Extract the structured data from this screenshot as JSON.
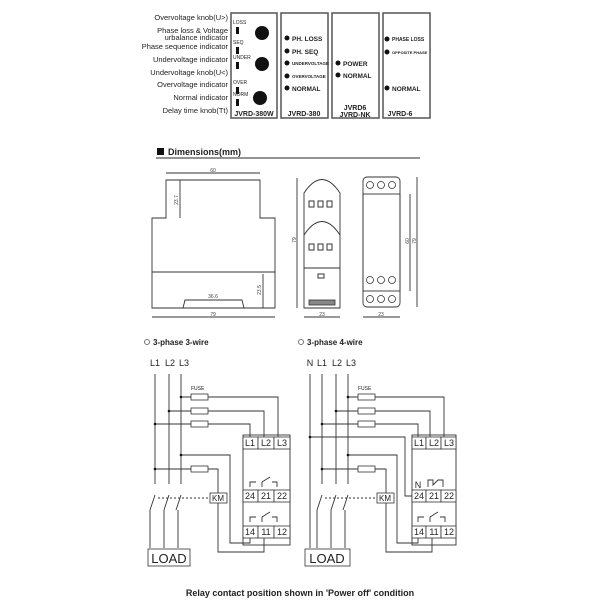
{
  "panel": {
    "labels": [
      "Overvoltage knob(U>)",
      "Phase loss & Voltage",
      "urbalance indicator",
      "Phase sequence indicator",
      "Undervoltage indicator",
      "Undervoltage knob(U<)",
      "Overvoltage indicator",
      "Normal indicator",
      "Delay time knob(Tt)"
    ],
    "small_labels": [
      "LOSS",
      "SEQ",
      "UNDER",
      "OVER",
      "NORM"
    ],
    "models": [
      {
        "name": "JVRD-380W"
      },
      {
        "name": "JVRD-380",
        "indicators": [
          "PH. LOSS",
          "PH. SEQ",
          "UNDERVOLTAGE",
          "OVERVOLTAGE",
          "NORMAL"
        ]
      },
      {
        "name": "JVRD6",
        "name2": "JVRD-NK",
        "indicators": [
          "POWER",
          "NORMAL"
        ]
      },
      {
        "name": "JVRD-6",
        "indicators": [
          "PHASE LOSS",
          "OPPOSITE PHASE",
          "NORMAL"
        ]
      }
    ]
  },
  "dimensions": {
    "title": "Dimensions(mm)",
    "values": [
      "60",
      "23.7",
      "23.5",
      "36.6",
      "79",
      "79",
      "23",
      "60",
      "79",
      "23"
    ]
  },
  "wiring": {
    "left_title": "3-phase 3-wire",
    "right_title": "3-phase 4-wire",
    "lines_left": [
      "L1",
      "L2",
      "L3"
    ],
    "lines_right": [
      "N",
      "L1",
      "L2",
      "L3"
    ],
    "fuse": "FUSE",
    "terminals_top": [
      "L1",
      "L2",
      "L3"
    ],
    "terminals_mid": [
      "24",
      "21",
      "22"
    ],
    "terminals_bot": [
      "14",
      "11",
      "12"
    ],
    "n_label": "N",
    "km": "KM",
    "load": "LOAD"
  },
  "footer": "Relay contact position shown in 'Power off'  condition"
}
